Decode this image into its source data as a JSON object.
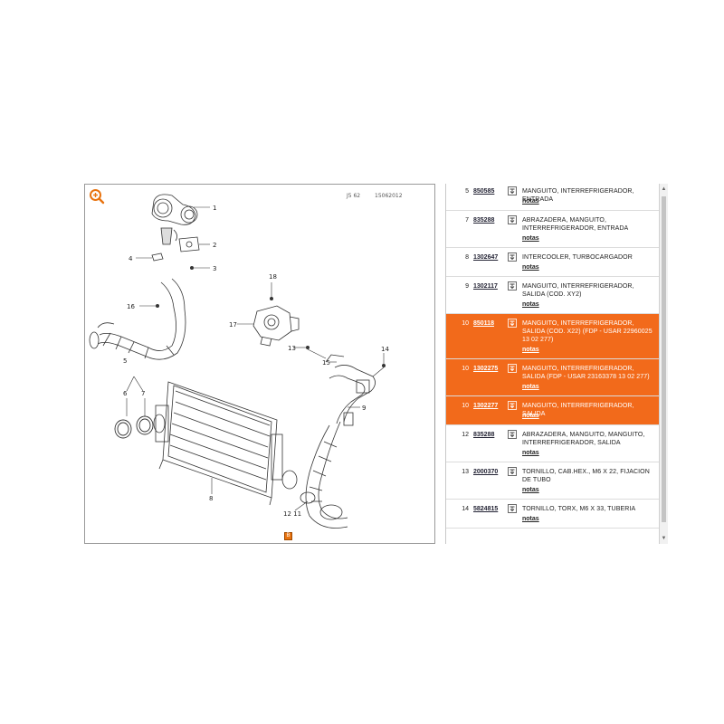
{
  "diagram": {
    "header_left": "J5 62",
    "header_right": "15062012",
    "callouts": [
      "1",
      "2",
      "3",
      "4",
      "16",
      "17",
      "18",
      "13",
      "15",
      "14",
      "5",
      "6",
      "7",
      "9",
      "8",
      "12 11"
    ],
    "page_marker": "B"
  },
  "parts": [
    {
      "num": "5",
      "code": "850585",
      "desc": "MANGUITO, INTERREFRIGERADOR, ENTRADA",
      "notes": "notas",
      "highlight": false
    },
    {
      "num": "7",
      "code": "835288",
      "desc": "ABRAZADERA, MANGUITO, INTERREFRIGERADOR, ENTRADA",
      "notes": "notas",
      "highlight": false
    },
    {
      "num": "8",
      "code": "1302647",
      "desc": "INTERCOOLER, TURBOCARGADOR",
      "notes": "notas",
      "highlight": false
    },
    {
      "num": "9",
      "code": "1302117",
      "desc": "MANGUITO, INTERREFRIGERADOR, SALIDA (COD. XY2)",
      "notes": "notas",
      "highlight": false
    },
    {
      "num": "10",
      "code": "850118",
      "desc": "MANGUITO, INTERREFRIGERADOR, SALIDA (COD. X22) (FDP - USAR 22960025 13 02 277)",
      "notes": "notas",
      "highlight": true
    },
    {
      "num": "10",
      "code": "1302275",
      "desc": "MANGUITO, INTERREFRIGERADOR, SALIDA (FDP - USAR 23163378 13 02 277)",
      "notes": "notas",
      "highlight": true
    },
    {
      "num": "10",
      "code": "1302277",
      "desc": "MANGUITO, INTERREFRIGERADOR, SALIDA",
      "notes": "notas",
      "highlight": true
    },
    {
      "num": "12",
      "code": "835288",
      "desc": "ABRAZADERA, MANGUITO, MANGUITO, INTERREFRIGERADOR, SALIDA",
      "notes": "notas",
      "highlight": false
    },
    {
      "num": "13",
      "code": "2000370",
      "desc": "TORNILLO, CAB.HEX., M6 X 22, FIJACION DE TUBO",
      "notes": "notas",
      "highlight": false
    },
    {
      "num": "14",
      "code": "5824815",
      "desc": "TORNILLO, TORX, M6 X 33, TUBERIA",
      "notes": "notas",
      "highlight": false
    }
  ],
  "colors": {
    "highlight": "#f26a1b",
    "marker": "#e8730f",
    "zoom": "#e8730f"
  },
  "icons": {
    "zoom": "zoom-in-icon",
    "cart": "cart-icon"
  }
}
